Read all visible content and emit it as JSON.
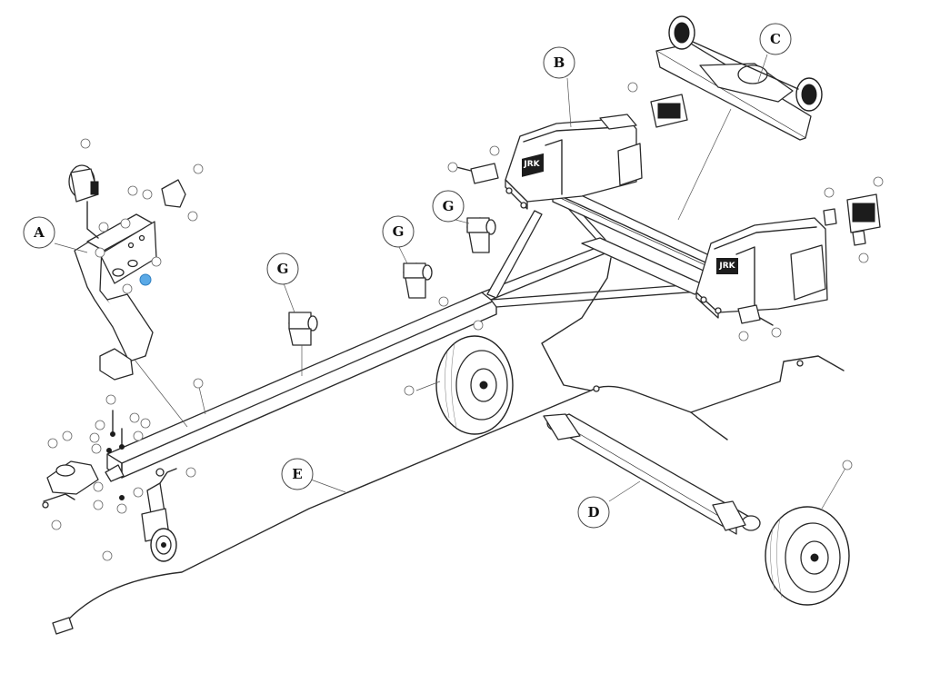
{
  "assembly_callouts": [
    {
      "id": "A",
      "label": "A"
    },
    {
      "id": "B",
      "label": "B"
    },
    {
      "id": "C",
      "label": "C"
    },
    {
      "id": "D",
      "label": "D"
    },
    {
      "id": "E",
      "label": "E"
    },
    {
      "id": "G1",
      "label": "G"
    },
    {
      "id": "G2",
      "label": "G"
    },
    {
      "id": "G3",
      "label": "G"
    }
  ],
  "fender_brand_mark": "JRK",
  "colors": {
    "line": "#2a2a2a",
    "selected_callout": "#5aa9e6",
    "background": "#ffffff"
  }
}
